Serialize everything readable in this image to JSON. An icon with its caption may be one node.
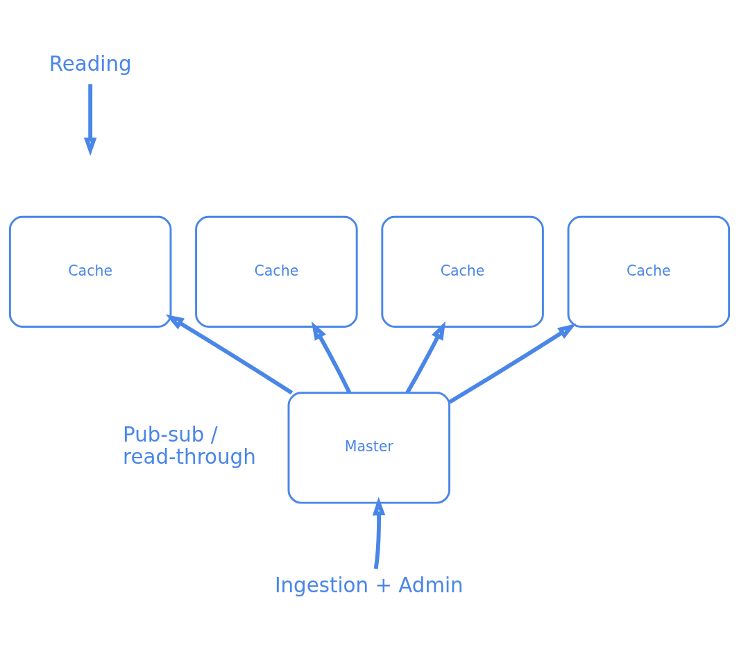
{
  "diagram": {
    "nodes": [
      {
        "text": [
          "Reading"
        ]
      },
      {
        "text": [
          "Cache"
        ]
      },
      {
        "text": [
          "Cache"
        ]
      },
      {
        "text": [
          "Cache"
        ]
      },
      {
        "text": [
          "Cache"
        ]
      },
      {
        "text": [
          "Master"
        ]
      },
      {
        "text": [
          "Ingestion + Admin"
        ]
      }
    ],
    "edges": [
      {
        "from": 0,
        "to": null,
        "arrow": "to"
      },
      {
        "from": 5,
        "to": 1,
        "arrow": "to"
      },
      {
        "from": 5,
        "to": 2,
        "arrow": "to"
      },
      {
        "from": 5,
        "to": 3,
        "arrow": "to"
      },
      {
        "from": 5,
        "to": 4,
        "arrow": "to"
      },
      {
        "from": 6,
        "to": 5,
        "arrow": "to"
      }
    ],
    "labels": [
      "Pub-sub / read-through"
    ]
  }
}
